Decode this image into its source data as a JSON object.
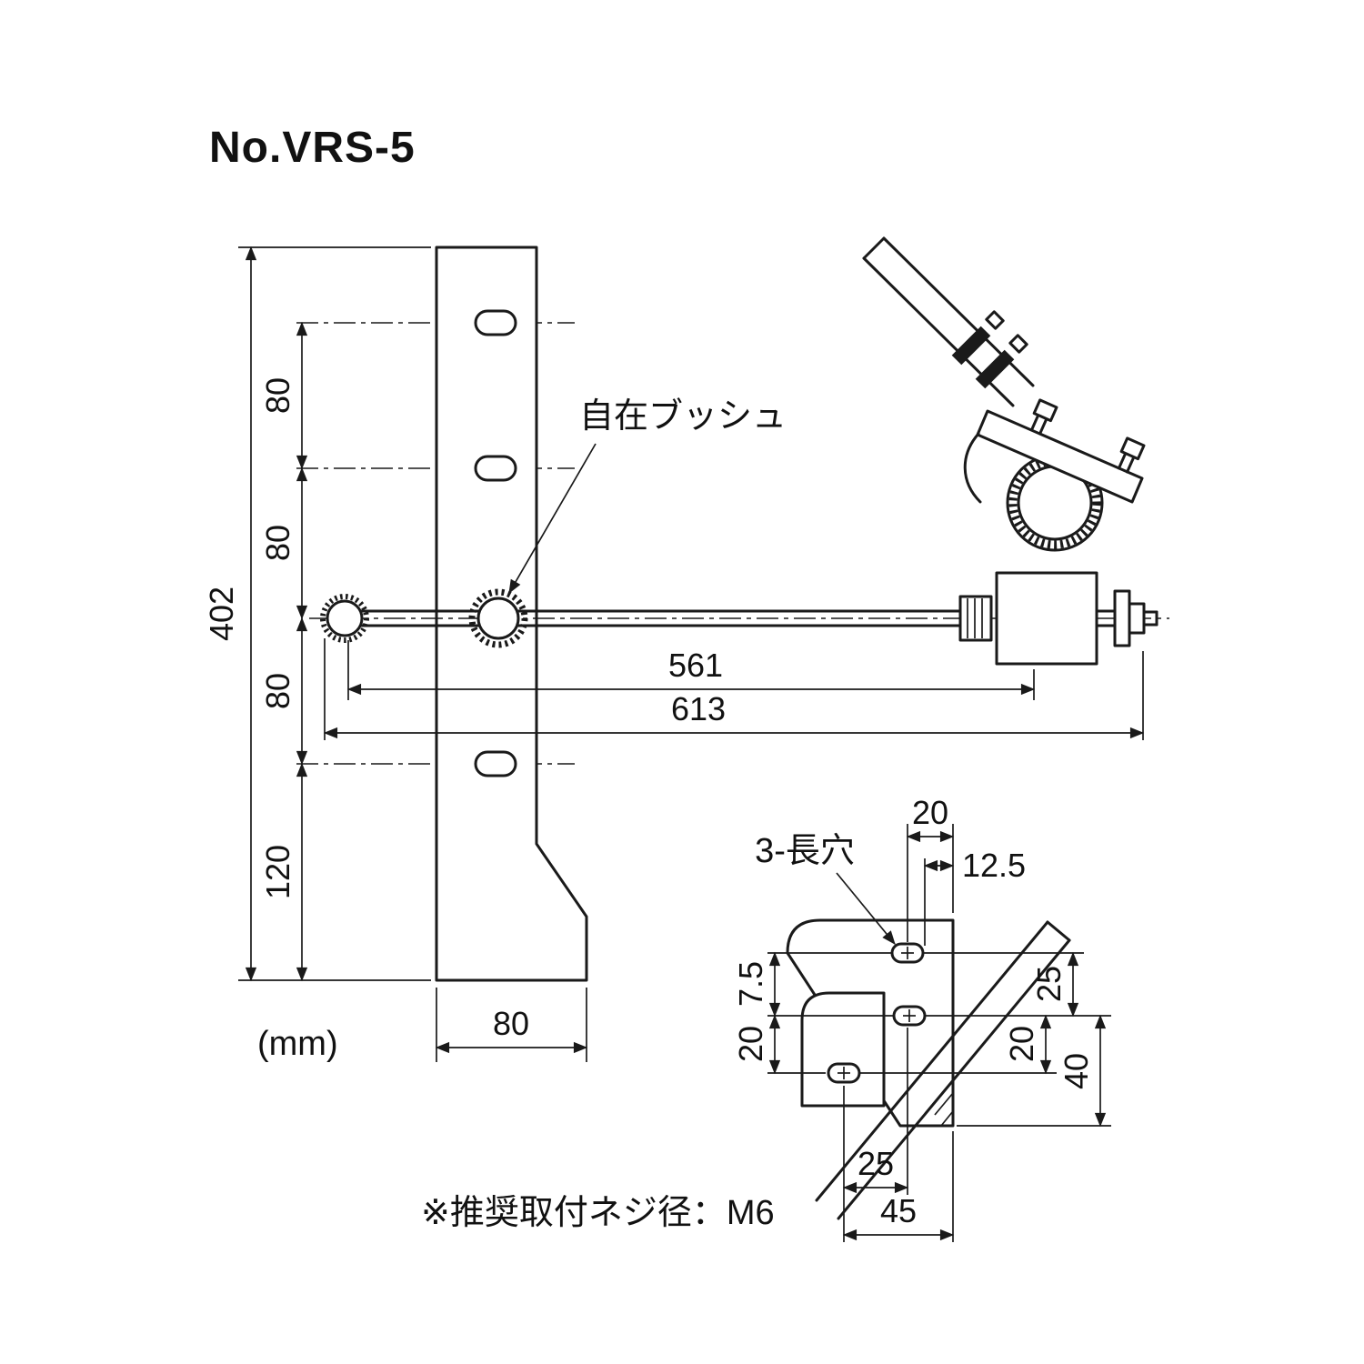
{
  "title": "No.VRS-5",
  "unit_label": "(mm)",
  "colors": {
    "ink": "#1a1a1a",
    "background": "#ffffff"
  },
  "annotations": {
    "bushing_label": "自在ブッシュ",
    "slot_label": "3-長穴",
    "note": "※推奨取付ネジ径：M6"
  },
  "main_view": {
    "total_height": "402",
    "pitch_1": "80",
    "pitch_2": "80",
    "pitch_3": "80",
    "bottom_offset": "120",
    "base_width": "80",
    "rod_length_inner": "561",
    "rod_length_overall": "613"
  },
  "detail_view": {
    "top_offset": "20",
    "top_offset_half": "12.5",
    "left_offset_1": "7.5",
    "left_offset_2": "20",
    "right_offset_1": "25",
    "right_offset_2": "20",
    "right_total": "40",
    "bottom_offset_1": "25",
    "bottom_total": "45"
  }
}
